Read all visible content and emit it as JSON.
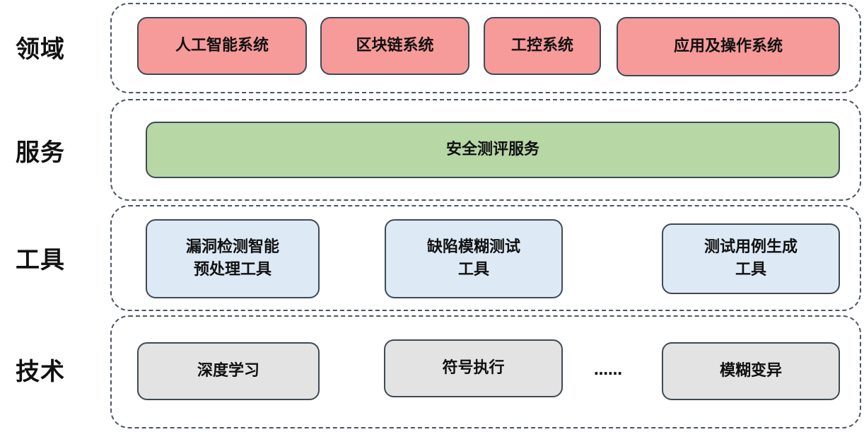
{
  "layers": [
    {
      "label": "领域",
      "boxes": [
        "人工智能系统",
        "区块链系统",
        "工控系统",
        "应用及操作系统"
      ]
    },
    {
      "label": "服务",
      "boxes": [
        "安全测评服务"
      ]
    },
    {
      "label": "工具",
      "boxes": [
        {
          "line1": "漏洞检测智能",
          "line2": "预处理工具"
        },
        {
          "line1": "缺陷模糊测试",
          "line2": "工具"
        },
        {
          "line1": "测试用例生成",
          "line2": "工具"
        }
      ]
    },
    {
      "label": "技术",
      "boxes": [
        "深度学习",
        "符号执行",
        "模糊变异"
      ],
      "ellipsis": "……"
    }
  ],
  "colors": {
    "domain_fill": "#f79a9a",
    "service_fill": "#b7d7a5",
    "tool_fill": "#dde9f5",
    "tech_fill": "#e3e3e3",
    "border": "#3f4a55",
    "dashed_border": "#4b5563"
  }
}
